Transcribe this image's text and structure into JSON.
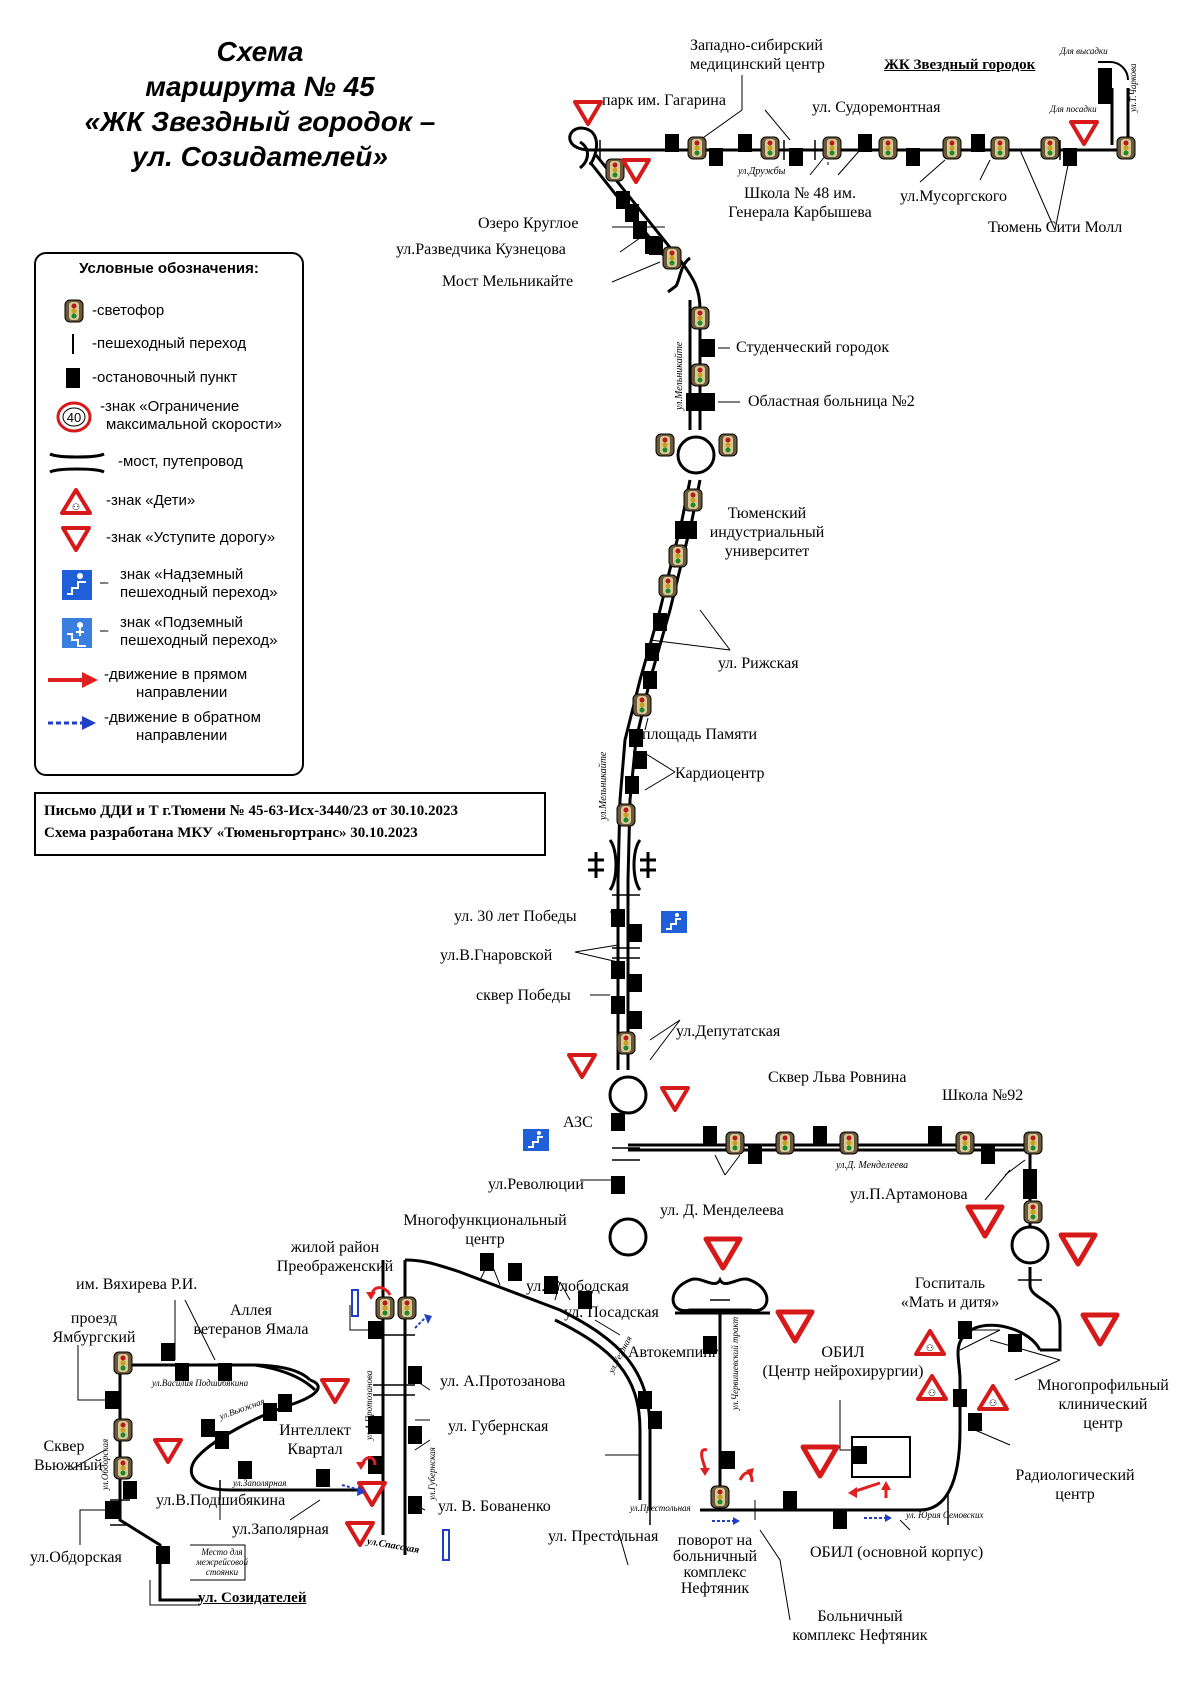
{
  "title": {
    "line1": "Схема",
    "line2": "маршрута № 45",
    "line3": "«ЖК Звездный городок –",
    "line4": "ул. Созидателей»"
  },
  "legend": {
    "heading": "Условные обозначения:",
    "items": [
      {
        "icon": "traffic-light-icon",
        "text": "-светофор"
      },
      {
        "icon": "pedestrian-crossing-icon",
        "text": "-пешеходный переход"
      },
      {
        "icon": "bus-stop-icon",
        "text": "-остановочный пункт"
      },
      {
        "icon": "speed-limit-sign-icon",
        "sign_value": "40",
        "text1": "-знак «Ограничение",
        "text2": "максимальной скорости»"
      },
      {
        "icon": "bridge-icon",
        "text": "-мост, путепровод"
      },
      {
        "icon": "children-sign-icon",
        "text": "-знак «Дети»"
      },
      {
        "icon": "yield-sign-icon",
        "text": "-знак «Уступите дорогу»"
      },
      {
        "icon": "overpass-sign-icon",
        "text1": "знак «Надземный",
        "text2": "пешеходный переход»"
      },
      {
        "icon": "underpass-sign-icon",
        "text1": "знак «Подземный",
        "text2": "пешеходный переход»"
      },
      {
        "icon": "forward-arrow-icon",
        "text1": "-движение в прямом",
        "text2": "направлении"
      },
      {
        "icon": "reverse-arrow-icon",
        "text1": "-движение в обратном",
        "text2": "направлении"
      }
    ]
  },
  "letter": {
    "line1": "Письмо ДДИ и Т г.Тюмени № 45-63-Исх-3440/23 от 30.10.2023",
    "line2": "Схема разработана МКУ «Тюменьгортранс» 30.10.2023"
  },
  "labels": {
    "terminus_start": "ЖК Звездный городок",
    "dropoff": "Для высадки",
    "boarding": "Для посадки",
    "street_charkova": "ул.Т.Чаркова",
    "med_center_1": "Западно-сибирский",
    "med_center_2": "медицинский центр",
    "gagarin_park": "парк им. Гагарина",
    "sudoremontnaya": "ул. Судоремонтная",
    "druzhby": "ул.Дружбы",
    "school48_1": "Школа № 48 им.",
    "school48_2": "Генерала Карбышева",
    "musorgskogo": "ул.Мусоргского",
    "city_mall": "Тюмень Сити Молл",
    "ozero": "Озеро Круглое",
    "razvedchika": "ул.Разведчика Кузнецова",
    "most": "Мост Мельникайте",
    "melnikaite_1": "ул.Мельникайте",
    "student_town": "Студенческий городок",
    "hospital2": "Областная больница №2",
    "tiu_1": "Тюменский",
    "tiu_2": "индустриальный",
    "tiu_3": "университет",
    "rizhskaya": "ул. Рижская",
    "pamyati": "площадь Памяти",
    "cardio": "Кардиоцентр",
    "melnikaite_2": "ул.Мельникайте",
    "pobedy30": "ул. 30 лет Победы",
    "gnarovskoy": "ул.В.Гнаровской",
    "skver_pobedy": "сквер Победы",
    "deputatskaya": "ул.Депутатская",
    "azs": "АЗС",
    "revolyutsii": "ул.Революции",
    "skver_rovnina": "Сквер Льва Ровнина",
    "school92": "Школа №92",
    "mendeleeva_small": "ул.Д. Менделеева",
    "mendeleeva": "ул. Д. Менделеева",
    "artamonova": "ул.П.Артамонова",
    "mfc_1": "Многофункциональный",
    "mfc_2": "центр",
    "preobr_1": "жилой район",
    "preobr_2": "Преображенский",
    "vyakhireva": "им. Вяхирева Р.И.",
    "alleya_1": "Аллея",
    "alleya_2": "ветеранов Ямала",
    "yamburgsky_1": "проезд",
    "yamburgsky_2": "Ямбургский",
    "vasiliya_podshib": "ул.Василия Подшибякина",
    "vyuzhnaya": "ул.Вьюжная",
    "intellekt_1": "Интеллект",
    "intellekt_2": "Квартал",
    "skver_vyuzhny_1": "Сквер",
    "skver_vyuzhny_2": "Вьюжный",
    "zapolyarnaya_small": "ул.Заполярная",
    "podshibyakina": "ул.В.Подшибякина",
    "zapolyarnaya": "ул.Заполярная",
    "obdorskaya_small": "ул.Обдорская",
    "obdorskaya": "ул.Обдорская",
    "mezhreis_1": "Место для",
    "mezhreis_2": "межрейсовой",
    "mezhreis_3": "стоянки",
    "terminus_end": "ул. Созидателей",
    "protozanova_small": "ул.А.Протозанова",
    "gubernskaya_small": "ул.Губернская",
    "spasskaya": "ул.Спасская",
    "protozanova": "ул. А.Протозанова",
    "gubernskaya": "ул. Губернская",
    "bovanenko": "ул. В. Бованенко",
    "slobodskaya": "ул. Слободская",
    "posadskaya": "ул. Посадская",
    "uezdnaya": "ул.Уездная",
    "prestolnaya": "ул. Престольная",
    "prestolnaya_small": "ул.Престольная",
    "avtokemping": "Автокемпинг",
    "cherv_proezd": "ул.Червишевский тракт",
    "obil_1": "ОБИЛ",
    "obil_2": "(Центр нейрохирургии)",
    "obil_main": "ОБИЛ (основной корпус)",
    "yuriya_semov": "ул. Юрия Семовских",
    "povorot_1": "поворот на",
    "povorot_2": "больничный",
    "povorot_3": "комплекс",
    "povorot_4": "Нефтяник",
    "neftyanik_1": "Больничный",
    "neftyanik_2": "комплекс Нефтяник",
    "gospital_1": "Госпиталь",
    "gospital_2": "«Мать и дитя»",
    "mnogoprof_1": "Многопрофильный",
    "mnogoprof_2": "клинический",
    "mnogoprof_3": "центр",
    "radio_1": "Радиологический",
    "radio_2": "центр"
  },
  "colors": {
    "forward": "#e02020",
    "reverse": "#1f3fc8",
    "sign_red": "#d61a1a",
    "sign_blue": "#1f5fd8",
    "stop": "#000000",
    "light_body": "#6b5a3a"
  }
}
